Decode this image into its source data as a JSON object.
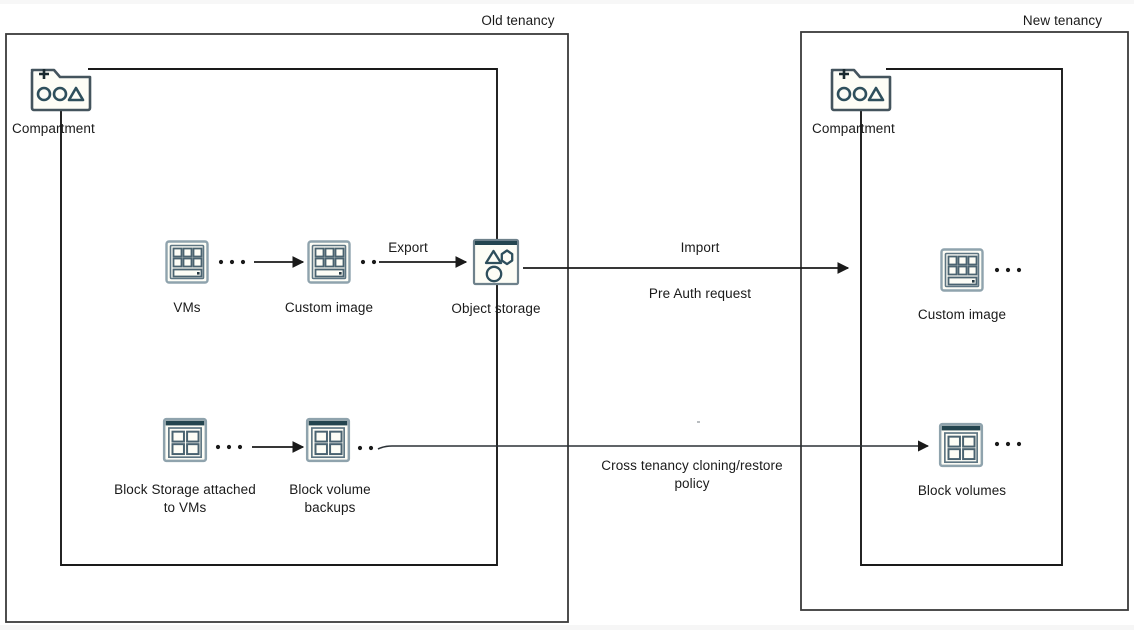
{
  "diagram": {
    "title": "OCI cross-tenancy migration diagram",
    "colors": {
      "frame_stroke": "#3a3a3a",
      "icon_stroke": "#5a6b74",
      "icon_accent": "#2e4f5c",
      "icon_fill": "#fdfdf6",
      "arrow": "#1a1a1a",
      "text": "#1a1a1a",
      "background": "#ffffff"
    },
    "tenancies": [
      {
        "id": "old",
        "label": "Old tenancy"
      },
      {
        "id": "new",
        "label": "New tenancy"
      }
    ],
    "compartments": [
      {
        "id": "old-compartment",
        "label": "Compartment",
        "icon": "compartment-folder-icon"
      },
      {
        "id": "new-compartment",
        "label": "Compartment",
        "icon": "compartment-folder-icon"
      }
    ],
    "nodes": [
      {
        "id": "vms",
        "label": "VMs",
        "icon": "vm-icon",
        "tenancy": "old"
      },
      {
        "id": "custom-image-old",
        "label": "Custom image",
        "icon": "vm-icon",
        "tenancy": "old"
      },
      {
        "id": "object-storage",
        "label": "Object storage",
        "icon": "object-storage-icon",
        "tenancy": "old"
      },
      {
        "id": "block-storage",
        "label": "Block Storage\nattached to VMs",
        "icon": "block-volume-icon",
        "tenancy": "old"
      },
      {
        "id": "block-volume-backups",
        "label": "Block volume\nbackups",
        "icon": "block-volume-icon",
        "tenancy": "old"
      },
      {
        "id": "custom-image-new",
        "label": "Custom image",
        "icon": "vm-icon",
        "tenancy": "new"
      },
      {
        "id": "block-volumes-new",
        "label": "Block volumes",
        "icon": "block-volume-icon",
        "tenancy": "new"
      }
    ],
    "edge_labels": [
      {
        "id": "export",
        "text": "Export"
      },
      {
        "id": "import",
        "text": "Import"
      },
      {
        "id": "pre-auth-request",
        "text": "Pre Auth request"
      },
      {
        "id": "cross-tenancy-policy",
        "text": "Cross tenancy cloning/restore\npolicy"
      }
    ],
    "ellipsis": "• • •"
  }
}
